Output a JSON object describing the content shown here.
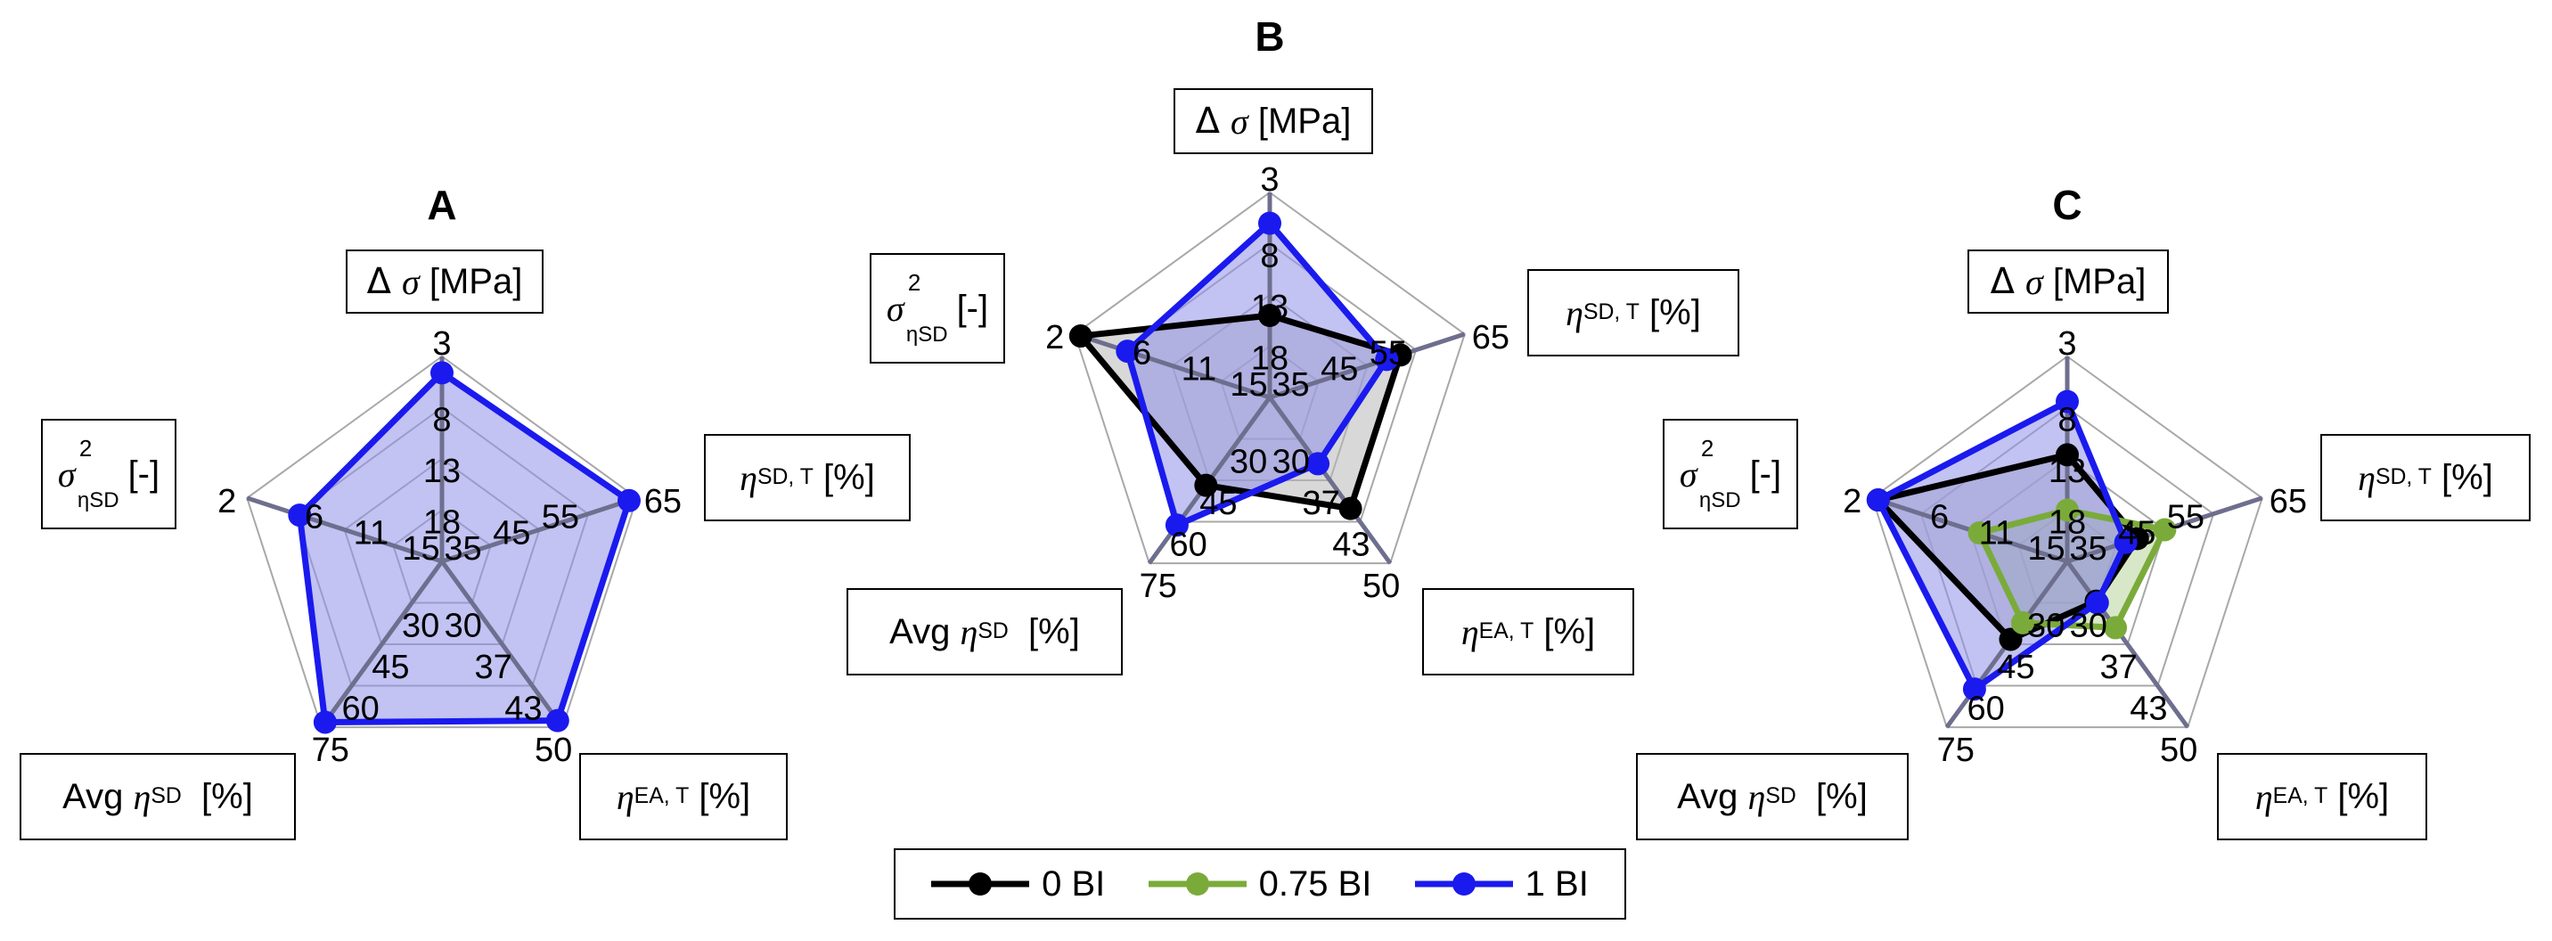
{
  "colors": {
    "series0": "#000000",
    "series075": "#7aab3a",
    "series1": "#1a1aee",
    "fill1": "#8f8fea",
    "fill0": "#b8b8b8",
    "fill075": "#a9c984"
  },
  "legend": [
    {
      "label": "0 BI",
      "color": "#000000"
    },
    {
      "label": "0.75 BI",
      "color": "#7aab3a"
    },
    {
      "label": "1 BI",
      "color": "#1a1aee"
    }
  ],
  "axis_labels": {
    "delta_sigma": {
      "sym": "Δ",
      "var": "σ",
      "unit": "[MPa]"
    },
    "eta_sd_t": {
      "var": "η",
      "sub": "SD, T",
      "unit": "[%]"
    },
    "eta_ea_t": {
      "var": "η",
      "sub": "EA, T",
      "unit": "[%]"
    },
    "eta_ea_t_c": {
      "var": "η",
      "sub": "EA, T",
      "unit": "[%]"
    },
    "avg_eta_sd": {
      "pre": "Avg",
      "var": "η",
      "sub": "SD",
      "unit": "[%]"
    },
    "var_eta_sd": {
      "var": "σ",
      "sup": "2",
      "sub": "ηSD",
      "unit": "[-]"
    }
  },
  "chart_data": [
    {
      "type": "radar",
      "title": "A",
      "axes": [
        "Δσ [MPa]",
        "ηSD,T [%]",
        "ηEA,T [%]",
        "Avg ηSD [%]",
        "σ²ηSD [-]"
      ],
      "ticks": [
        [
          "3",
          "8",
          "13",
          "18"
        ],
        [
          "65",
          "55",
          "45",
          "35"
        ],
        [
          "50",
          "43",
          "37",
          "30"
        ],
        [
          "75",
          "60",
          "45",
          "30"
        ],
        [
          "2",
          "6",
          "11",
          "15"
        ]
      ],
      "series": [
        {
          "name": "1 BI",
          "levels": [
            0.92,
            0.96,
            0.96,
            0.97,
            0.73
          ]
        }
      ]
    },
    {
      "type": "radar",
      "title": "B",
      "axes": [
        "Δσ [MPa]",
        "ηSD,T [%]",
        "ηEA,T [%]",
        "Avg ηSD [%]",
        "σ²ηSD [-]"
      ],
      "ticks": [
        [
          "3",
          "8",
          "13",
          "18"
        ],
        [
          "65",
          "55",
          "45",
          "35"
        ],
        [
          "50",
          "43",
          "37",
          "30"
        ],
        [
          "75",
          "60",
          "45",
          "30"
        ],
        [
          "2",
          "6",
          "11",
          "15"
        ]
      ],
      "series": [
        {
          "name": "0 BI",
          "levels": [
            0.4,
            0.67,
            0.67,
            0.53,
            0.97
          ]
        },
        {
          "name": "1 BI",
          "levels": [
            0.85,
            0.6,
            0.4,
            0.77,
            0.73
          ]
        }
      ]
    },
    {
      "type": "radar",
      "title": "C",
      "axes": [
        "Δσ [MPa]",
        "ηSD,T [%]",
        "ηEA,T [%]",
        "Avg ηSD [%]",
        "σ²ηSD [-]"
      ],
      "ticks": [
        [
          "3",
          "8",
          "13",
          "18"
        ],
        [
          "65",
          "55",
          "45",
          "35"
        ],
        [
          "50",
          "43",
          "37",
          "30"
        ],
        [
          "75",
          "60",
          "45",
          "30"
        ],
        [
          "2",
          "6",
          "11",
          "15"
        ]
      ],
      "series": [
        {
          "name": "0 BI",
          "levels": [
            0.52,
            0.36,
            0.24,
            0.47,
            0.97
          ]
        },
        {
          "name": "0.75 BI",
          "levels": [
            0.25,
            0.5,
            0.4,
            0.37,
            0.45
          ]
        },
        {
          "name": "1 BI",
          "levels": [
            0.78,
            0.3,
            0.25,
            0.77,
            0.97
          ]
        }
      ]
    }
  ]
}
